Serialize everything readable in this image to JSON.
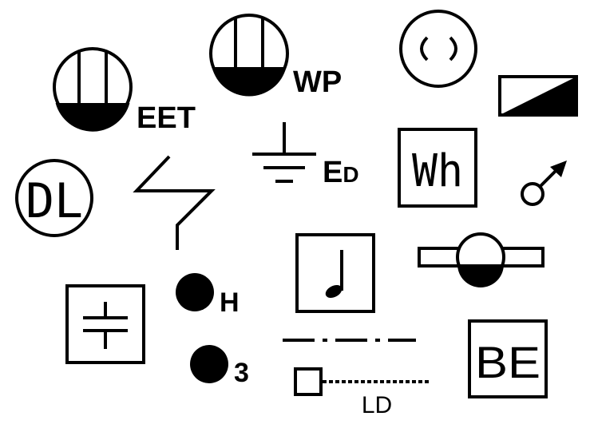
{
  "symbols": {
    "outlet_eet": {
      "label": "EET"
    },
    "outlet_wp": {
      "label": "WP"
    },
    "ground": {
      "label_main": "E",
      "label_sub": "D"
    },
    "watt_hour_meter": {
      "label": "Wh"
    },
    "dl_circle": {
      "label": "DL"
    },
    "dot_h": {
      "label": "H"
    },
    "dot_3": {
      "label": "3"
    },
    "line_ld": {
      "label": "LD"
    },
    "box_be": {
      "label": "BE"
    }
  }
}
